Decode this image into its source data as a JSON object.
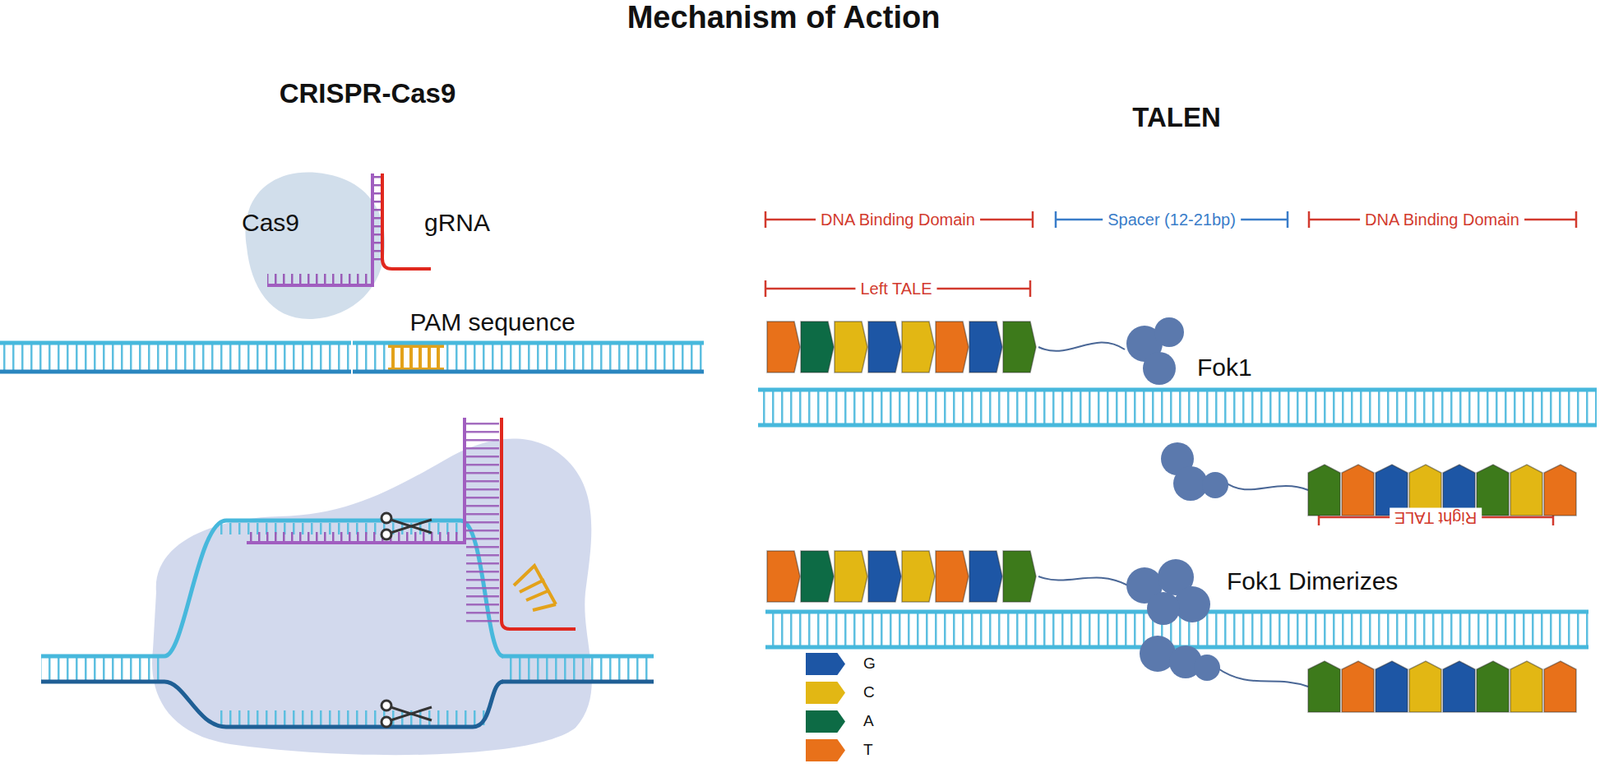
{
  "diagram": {
    "title": "Mechanism of Action",
    "labels": [
      "CRISPR-Cas9",
      "TALEN",
      "Cas9",
      "gRNA",
      "PAM sequence",
      "DNA Binding Domain",
      "Spacer (12-21bp)",
      "DNA Binding Domain",
      "Left TALE",
      "Fok1",
      "Right TALE",
      "Fok1 Dimerizes"
    ],
    "legend": [
      {
        "text": "G",
        "color": "#1d56a5"
      },
      {
        "text": "C",
        "color": "#e2b714"
      },
      {
        "text": "A",
        "color": "#0d6b45"
      },
      {
        "text": "T",
        "color": "#e8711a"
      }
    ]
  }
}
